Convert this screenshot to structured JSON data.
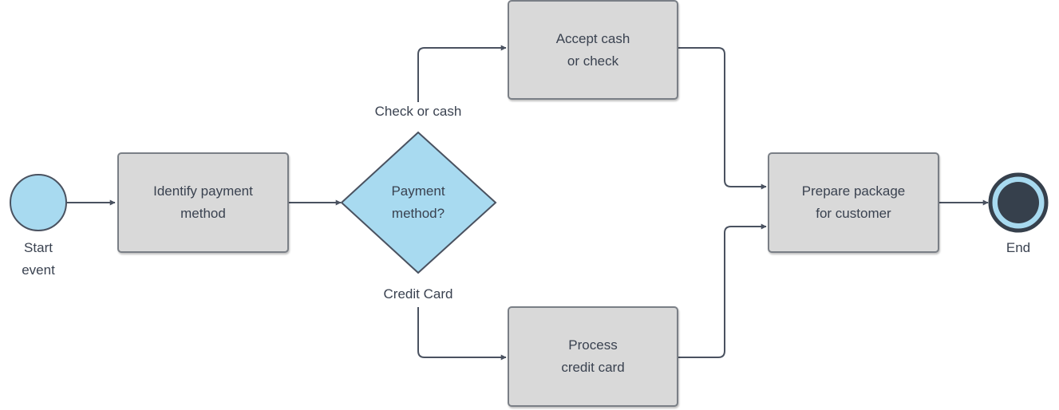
{
  "colors": {
    "task_fill": "#d9d9d9",
    "task_border": "#7a7f86",
    "event_fill": "#a8daf0",
    "end_fill": "#36404c",
    "line": "#4a5260",
    "text": "#3a4250"
  },
  "diagram": {
    "start_event": {
      "label": "Start\nevent"
    },
    "end_event": {
      "label": "End"
    },
    "tasks": {
      "identify": "Identify payment\nmethod",
      "accept_cash": "Accept cash\nor check",
      "process_card": "Process\ncredit card",
      "prepare": "Prepare package\nfor customer"
    },
    "gateway": {
      "label": "Payment\nmethod?",
      "branch_top": "Check or cash",
      "branch_bottom": "Credit Card"
    }
  }
}
